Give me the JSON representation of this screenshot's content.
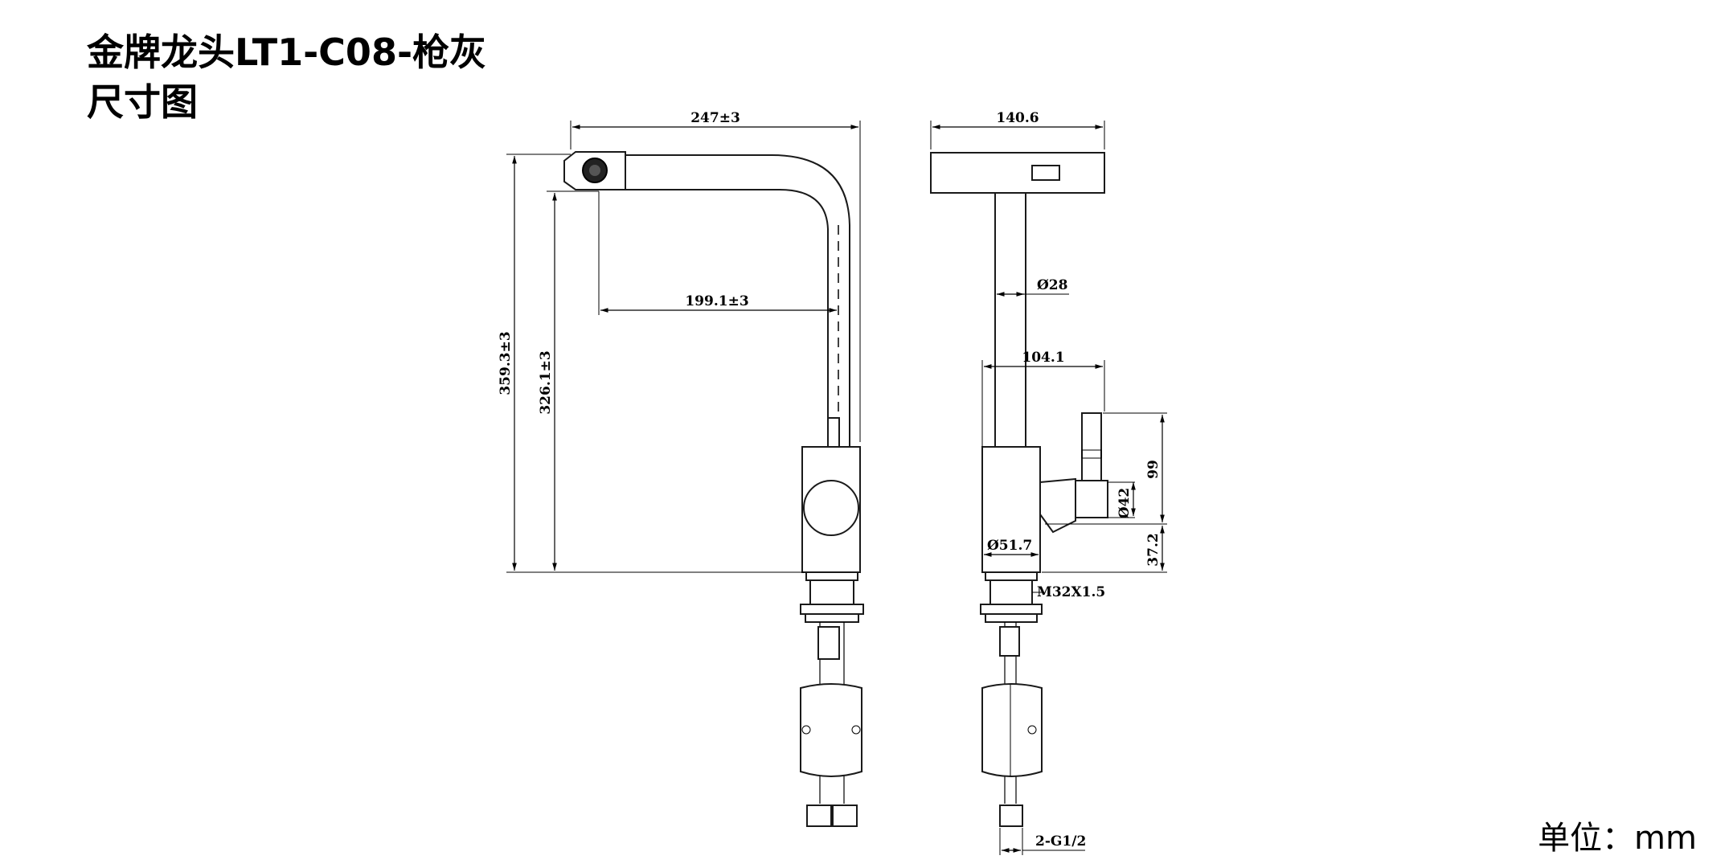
{
  "title": {
    "line1": "金牌龙头LT1-C08-枪灰",
    "line2": "尺寸图"
  },
  "unit_label": "单位：mm",
  "dimensions": {
    "front_width": "247±3",
    "front_total_height": "359.3±3",
    "front_spout_height": "326.1±3",
    "front_spout_reach": "199.1±3",
    "side_head_width": "140.6",
    "side_tube_diameter": "Ø28",
    "side_handle_offset": "104.1",
    "side_handle_height": "99",
    "side_handle_diameter": "Ø42",
    "side_body_diameter": "Ø51.7",
    "side_base_height": "37.2",
    "side_thread": "M32X1.5",
    "side_hose_thread": "2-G1/2"
  }
}
